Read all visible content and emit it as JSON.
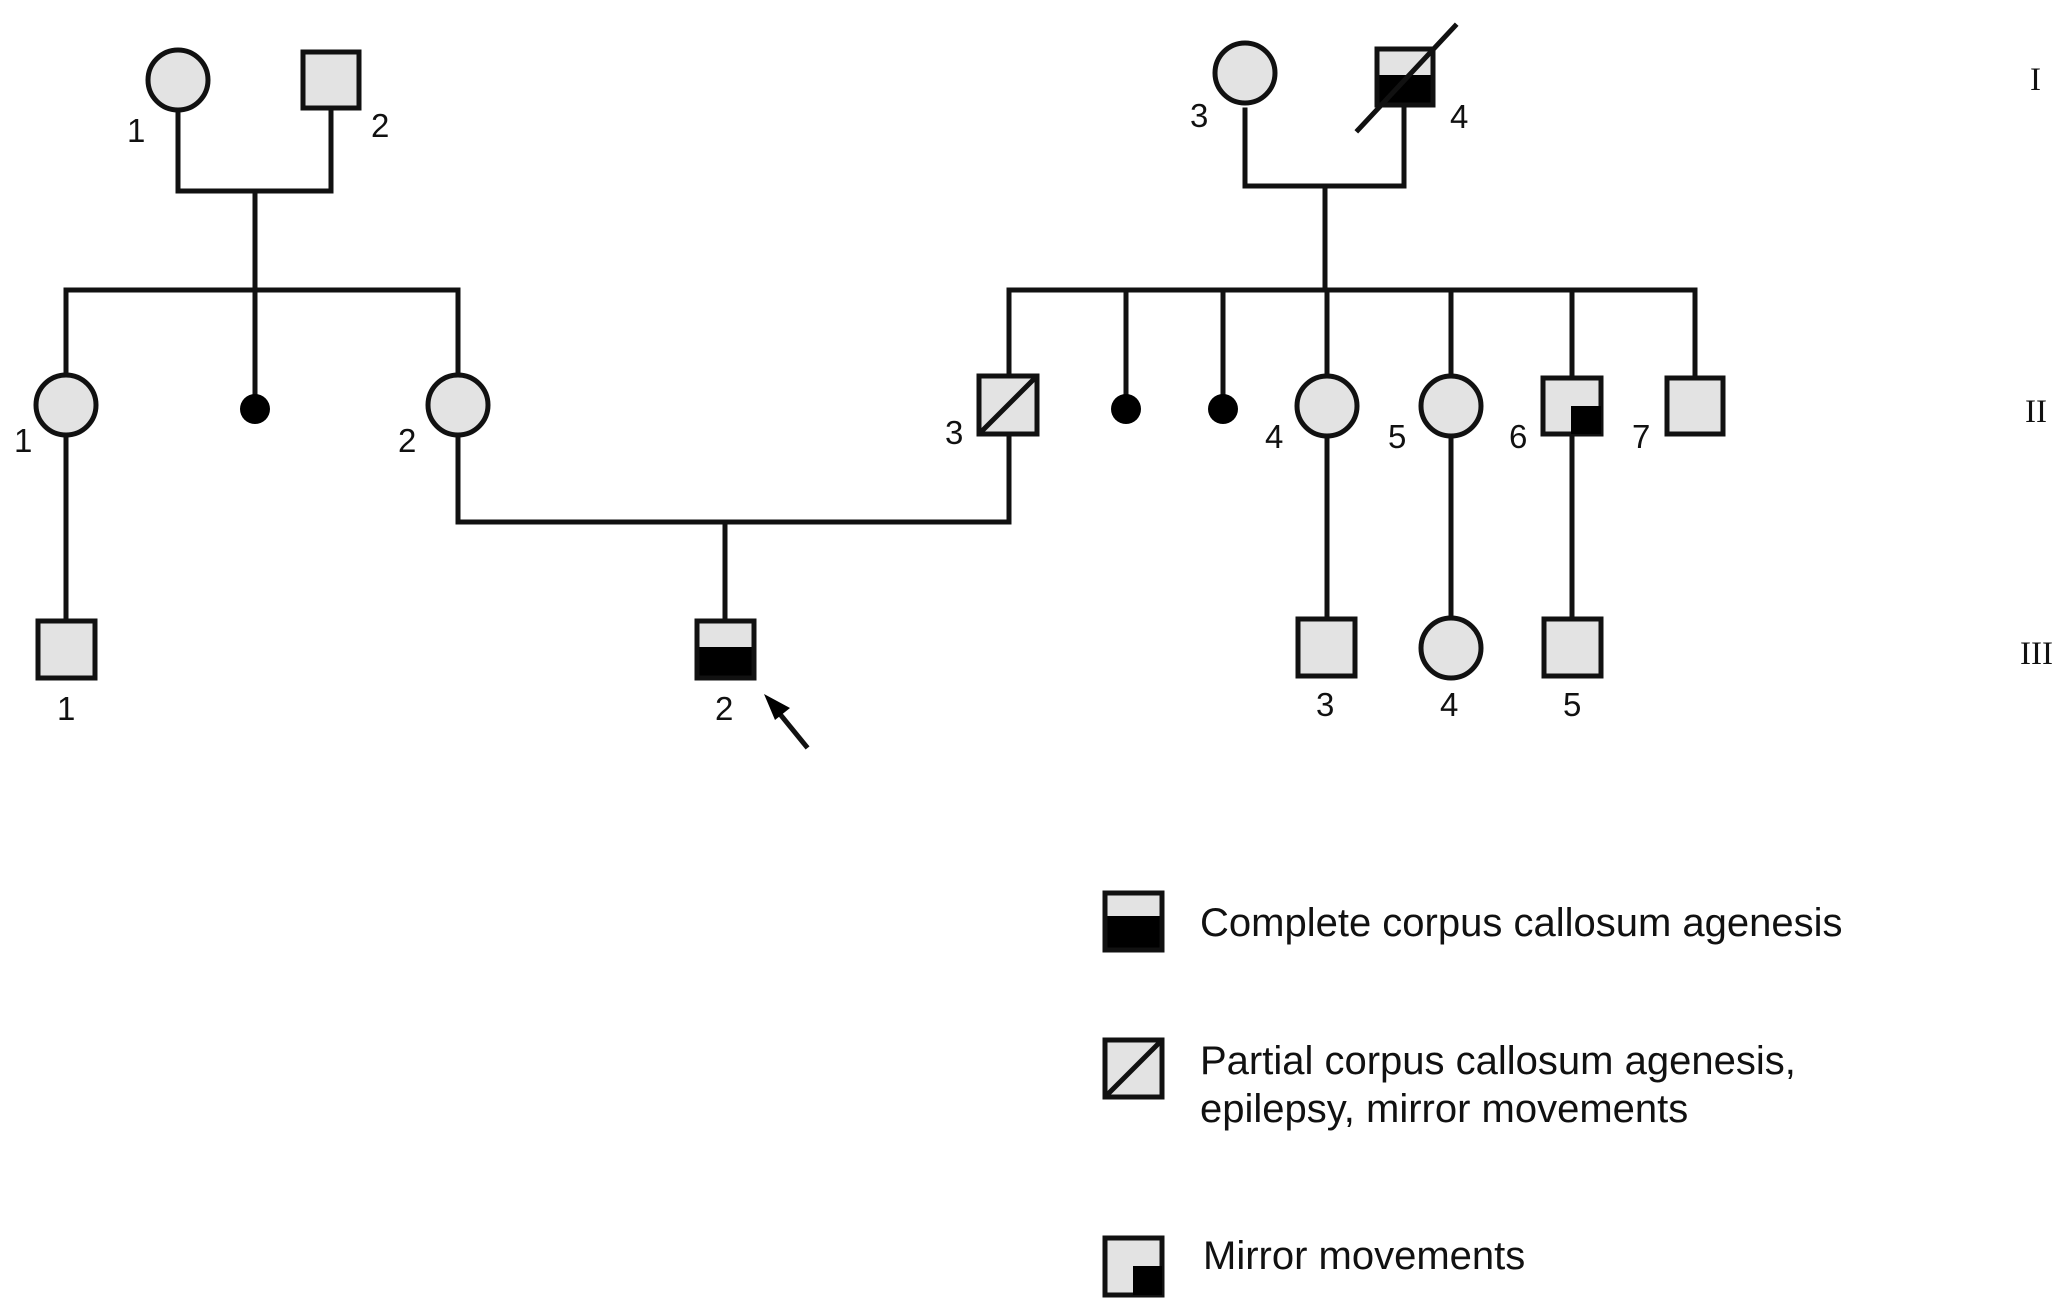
{
  "generations": [
    "I",
    "II",
    "III"
  ],
  "individuals": [
    {
      "id": "I-1",
      "label": "1",
      "sex": "female",
      "status": "unaffected"
    },
    {
      "id": "I-2",
      "label": "2",
      "sex": "male",
      "status": "unaffected"
    },
    {
      "id": "I-3",
      "label": "3",
      "sex": "female",
      "status": "unaffected"
    },
    {
      "id": "I-4",
      "label": "4",
      "sex": "male",
      "status": "complete corpus callosum agenesis",
      "deceased": true
    },
    {
      "id": "II-1",
      "label": "1",
      "sex": "female",
      "status": "unaffected"
    },
    {
      "id": "II-sb1",
      "label": "",
      "sex": "unknown",
      "status": "miscarriage"
    },
    {
      "id": "II-2",
      "label": "2",
      "sex": "female",
      "status": "unaffected"
    },
    {
      "id": "II-3",
      "label": "3",
      "sex": "male",
      "status": "partial corpus callosum agenesis, epilepsy, mirror movements"
    },
    {
      "id": "II-sb2",
      "label": "",
      "sex": "unknown",
      "status": "miscarriage"
    },
    {
      "id": "II-sb3",
      "label": "",
      "sex": "unknown",
      "status": "miscarriage"
    },
    {
      "id": "II-4",
      "label": "4",
      "sex": "female",
      "status": "unaffected"
    },
    {
      "id": "II-5",
      "label": "5",
      "sex": "female",
      "status": "unaffected"
    },
    {
      "id": "II-6",
      "label": "6",
      "sex": "male",
      "status": "mirror movements"
    },
    {
      "id": "II-7",
      "label": "7",
      "sex": "male",
      "status": "unaffected"
    },
    {
      "id": "III-1",
      "label": "1",
      "sex": "male",
      "status": "unaffected"
    },
    {
      "id": "III-2",
      "label": "2",
      "sex": "male",
      "status": "complete corpus callosum agenesis",
      "proband": true
    },
    {
      "id": "III-3",
      "label": "3",
      "sex": "male",
      "status": "unaffected"
    },
    {
      "id": "III-4",
      "label": "4",
      "sex": "female",
      "status": "unaffected"
    },
    {
      "id": "III-5",
      "label": "5",
      "sex": "male",
      "status": "unaffected"
    }
  ],
  "legend": [
    {
      "symbol": "complete",
      "lines": [
        "Complete corpus callosum agenesis"
      ]
    },
    {
      "symbol": "partial",
      "lines": [
        "Partial corpus callosum agenesis,",
        "epilepsy, mirror movements"
      ]
    },
    {
      "symbol": "mirror",
      "lines": [
        "Mirror movements"
      ]
    }
  ]
}
